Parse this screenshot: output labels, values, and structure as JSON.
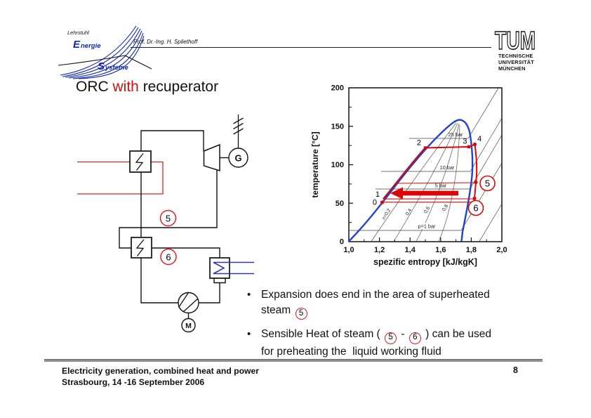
{
  "header": {
    "lehrstuhl": "Lehrstuhl",
    "energie_initial": "E",
    "energie_rest": "nergie",
    "systeme_initial": "S",
    "systeme_rest": "ysteme",
    "professor": "Prof. Dr.-Ing. H. Spliethoff",
    "tum": {
      "logo": "TUM",
      "line1": "TECHNISCHE",
      "line2": "UNIVERSITÄT",
      "line3": "MÜNCHEN"
    }
  },
  "title": {
    "pre": "ORC ",
    "highlight": "with",
    "post": " recuperator"
  },
  "schematic": {
    "generator": "G",
    "motor": "M",
    "label5": "5",
    "label6": "6"
  },
  "chart_data": {
    "type": "line",
    "title": "",
    "xlabel": "spezific entropy [kJ/kgK]",
    "ylabel": "temperature [°C]",
    "xlim": [
      1.0,
      2.0
    ],
    "ylim": [
      0,
      200
    ],
    "x_ticks": [
      "1,0",
      "1,2",
      "1,4",
      "1,6",
      "1,8",
      "2,0"
    ],
    "y_ticks": [
      "0",
      "50",
      "100",
      "150",
      "200"
    ],
    "isobars": {
      "p25": "25 bar",
      "p10": "10 bar",
      "p5": "5 bar",
      "p1": "p=1 bar"
    },
    "quality": {
      "q02": "x=0,2",
      "q04": "0,4",
      "q06": "0,6",
      "q08": "0,8"
    },
    "points": {
      "p0": "0",
      "p1": "1",
      "p2": "2",
      "p3": "3",
      "p4": "4"
    },
    "circle5": "5",
    "circle6": "6",
    "series": [
      {
        "name": "saturation dome (blue)",
        "points_s_T": [
          [
            1.0,
            0
          ],
          [
            1.22,
            50
          ],
          [
            1.5,
            122
          ],
          [
            1.65,
            145
          ],
          [
            1.72,
            158
          ],
          [
            1.78,
            140
          ],
          [
            1.81,
            120
          ],
          [
            1.81,
            95
          ],
          [
            1.78,
            55
          ],
          [
            1.74,
            0
          ]
        ]
      },
      {
        "name": "ORC cycle 0-1-2-3-4-5-6 (red)",
        "points_s_T": [
          [
            1.22,
            50
          ],
          [
            1.23,
            55
          ],
          [
            1.5,
            122
          ],
          [
            1.78,
            123
          ],
          [
            1.82,
            127
          ],
          [
            1.83,
            77
          ],
          [
            1.82,
            56
          ],
          [
            1.22,
            50
          ]
        ]
      }
    ],
    "recuperator_arrow": {
      "direction": "left",
      "from_s": 1.72,
      "to_s": 1.27,
      "T": 63
    },
    "legend_position": "none",
    "grid": false
  },
  "bullets": {
    "glyph": "•",
    "b1_line1": "Expansion does end in the area of superheated",
    "b1_line2_pre": "steam ",
    "b1_circle": "5",
    "b2_pre": "Sensible Heat of steam ( ",
    "b2_c1": "5",
    "b2_mid": " - ",
    "b2_c2": "6",
    "b2_post": " ) can be used",
    "b2_line2": "for preheating the  liquid working fluid"
  },
  "footer": {
    "line1": "Electricity generation, combined heat and power",
    "line2": "Strasbourg, 14 -16 September 2006",
    "page": "8"
  }
}
